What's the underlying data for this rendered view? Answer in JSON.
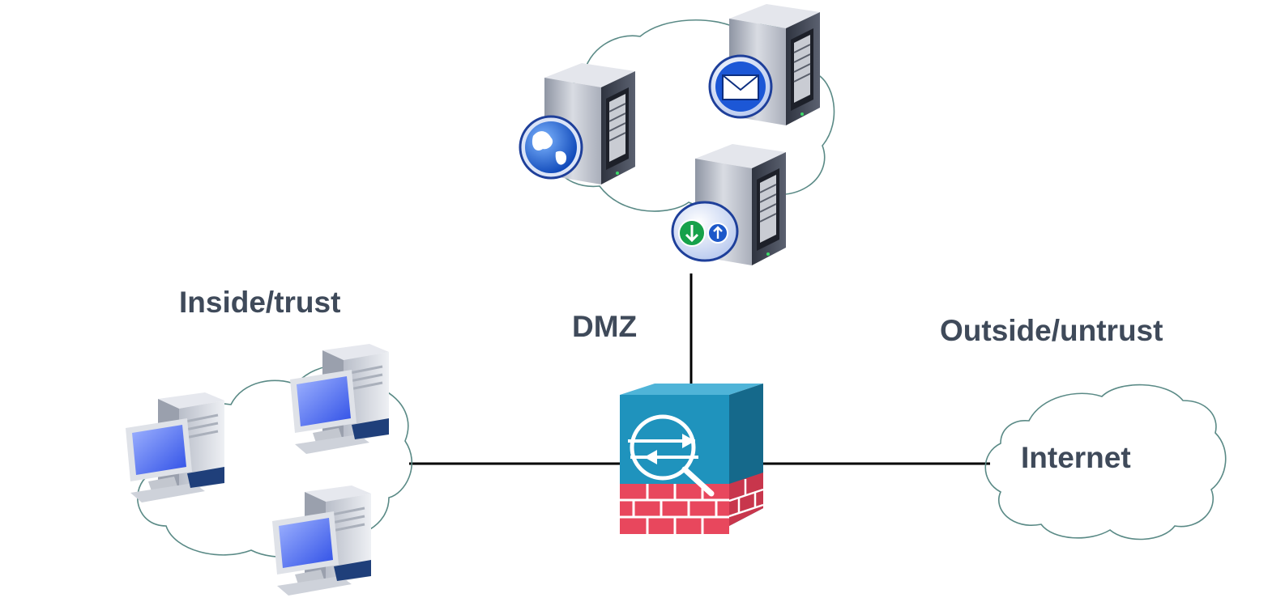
{
  "labels": {
    "inside": "Inside/trust",
    "dmz": "DMZ",
    "outside": "Outside/untrust",
    "internet": "Internet"
  },
  "colors": {
    "label_text": "#3f4a5a",
    "link_line": "#000000",
    "cloud_stroke": "#5a8a86",
    "firewall_blue": "#1f93bd",
    "firewall_blue_dark": "#15698b",
    "firewall_brick": "#e8475d",
    "server_body": "#c7cbd3",
    "pc_screen": "#4f6ff0"
  },
  "icons": {
    "firewall": "firewall-icon",
    "web_server": "web-server-icon",
    "mail_server": "mail-server-icon",
    "ftp_server": "ftp-server-icon",
    "workstation": "workstation-icon"
  }
}
